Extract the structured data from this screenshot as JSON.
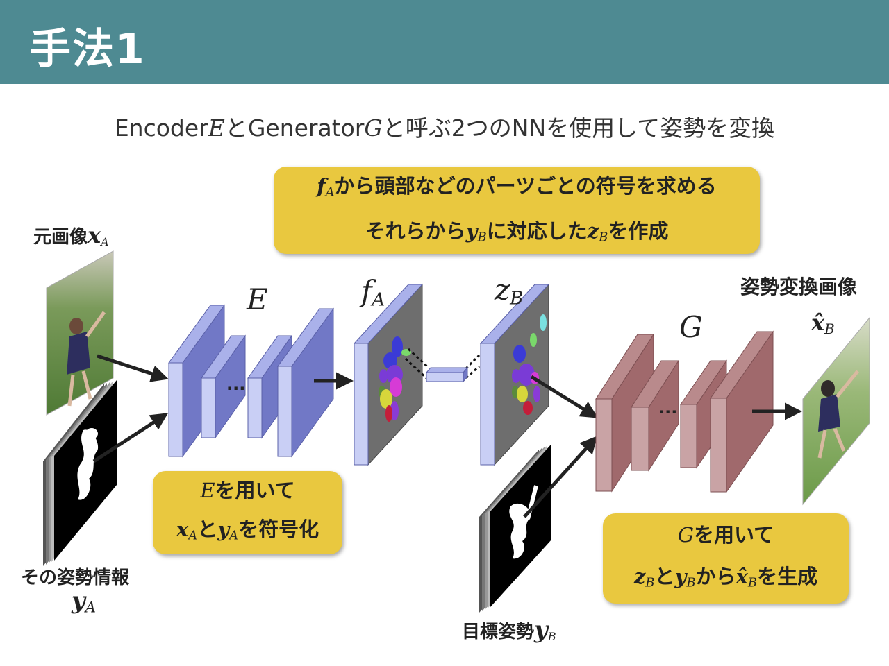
{
  "slide": {
    "title": "手法1",
    "subtitle": {
      "part1": "Encoder",
      "sym_e": "E",
      "part2": "とGenerator",
      "sym_g": "G",
      "part3": "と呼ぶ2つのNNを使用して姿勢を変換"
    }
  },
  "top_box": {
    "l1_sym": "f",
    "l1_sub": "A",
    "l1_text": "から頭部などのパーツごとの符号を求める",
    "l2_text1": "それらから",
    "l2_sym1": "y",
    "l2_sub1": "B",
    "l2_text2": "に対応した",
    "l2_sym2": "z",
    "l2_sub2": "B",
    "l2_text3": "を作成"
  },
  "encoder_box": {
    "l1_sym": "E",
    "l1_text": "を用いて",
    "l2_sym1": "x",
    "l2_sub1": "A",
    "l2_text1": "と",
    "l2_sym2": "y",
    "l2_sub2": "A",
    "l2_text2": "を符号化"
  },
  "generator_box": {
    "l1_sym": "G",
    "l1_text": "を用いて",
    "l2_sym1": "z",
    "l2_sub1": "B",
    "l2_text1": "と",
    "l2_sym2": "y",
    "l2_sub2": "B",
    "l2_text2": "から",
    "l2_sym3": "x̂",
    "l2_sub3": "B",
    "l2_text3": "を生成"
  },
  "labels": {
    "source_image": "元画像",
    "source_sym": "x",
    "source_sub": "A",
    "pose_info": "その姿勢情報",
    "pose_sym": "y",
    "pose_sub": "A",
    "target_pose": "目標姿勢",
    "target_sym": "y",
    "target_sub": "B",
    "output_image": "姿勢変換画像",
    "output_sym": "x̂",
    "output_sub": "B",
    "encoder_sym": "E",
    "generator_sym": "G",
    "f_sym": "f",
    "f_sub": "A",
    "z_sym": "z",
    "z_sub": "B",
    "dots1": "···",
    "dots2": "···"
  },
  "colors": {
    "header": "#4e8a92",
    "box": "#e9c83f",
    "encoder_front": "#c9cff5",
    "encoder_side": "#7178c6",
    "generator_front": "#c9a3a5",
    "generator_side": "#a0696c",
    "feature_map": "#6e6e6e"
  }
}
